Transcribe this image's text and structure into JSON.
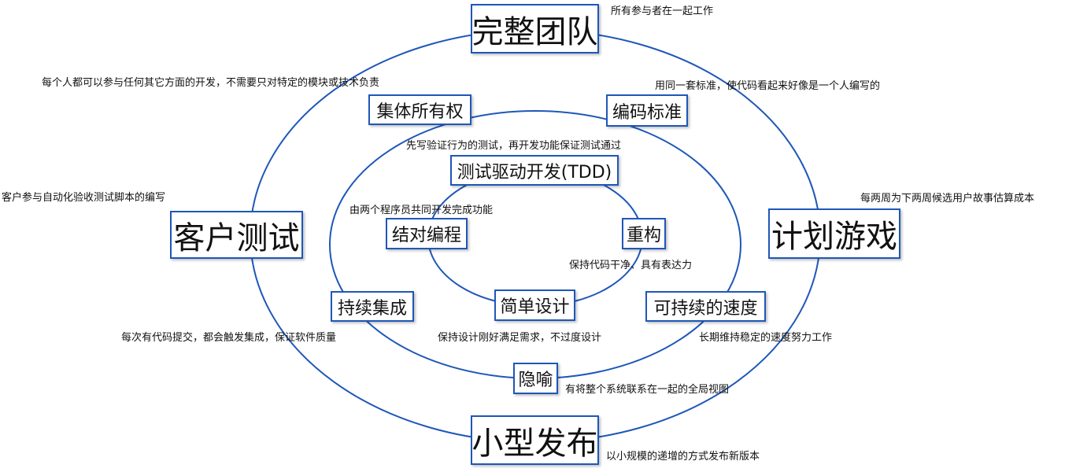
{
  "colors": {
    "ring": "#1e57b8",
    "border": "#1e57b8"
  },
  "outer": {
    "whole_team": {
      "label": "完整团队",
      "note": "所有参与者在一起工作"
    },
    "customer_tests": {
      "label": "客户测试",
      "note": "客户参与自动化验收测试脚本的编写"
    },
    "planning_game": {
      "label": "计划游戏",
      "note": "每两周为下两周候选用户故事估算成本"
    },
    "small_releases": {
      "label": "小型发布",
      "note": "以小规模的递增的方式发布新版本"
    }
  },
  "middle": {
    "collective_ownership": {
      "label": "集体所有权",
      "note": "每个人都可以参与任何其它方面的开发，不需要只对特定的模块或技术负责"
    },
    "coding_standard": {
      "label": "编码标准",
      "note": "用同一套标准，使代码看起来好像是一个人编写的"
    },
    "continuous_integration": {
      "label": "持续集成",
      "note": "每次有代码提交，都会触发集成，保证软件质量"
    },
    "sustainable_pace": {
      "label": "可持续的速度",
      "note": "长期维持稳定的速度努力工作"
    },
    "metaphor": {
      "label": "隐喻",
      "note": "有将整个系统联系在一起的全局视图"
    }
  },
  "inner": {
    "tdd": {
      "label": "测试驱动开发(TDD)",
      "note": "先写验证行为的测试，再开发功能保证测试通过"
    },
    "pair_programming": {
      "label": "结对编程",
      "note": "由两个程序员共同开发完成功能"
    },
    "refactoring": {
      "label": "重构",
      "note": "保持代码干净、具有表达力"
    },
    "simple_design": {
      "label": "简单设计",
      "note": "保持设计刚好满足需求，不过度设计"
    }
  }
}
